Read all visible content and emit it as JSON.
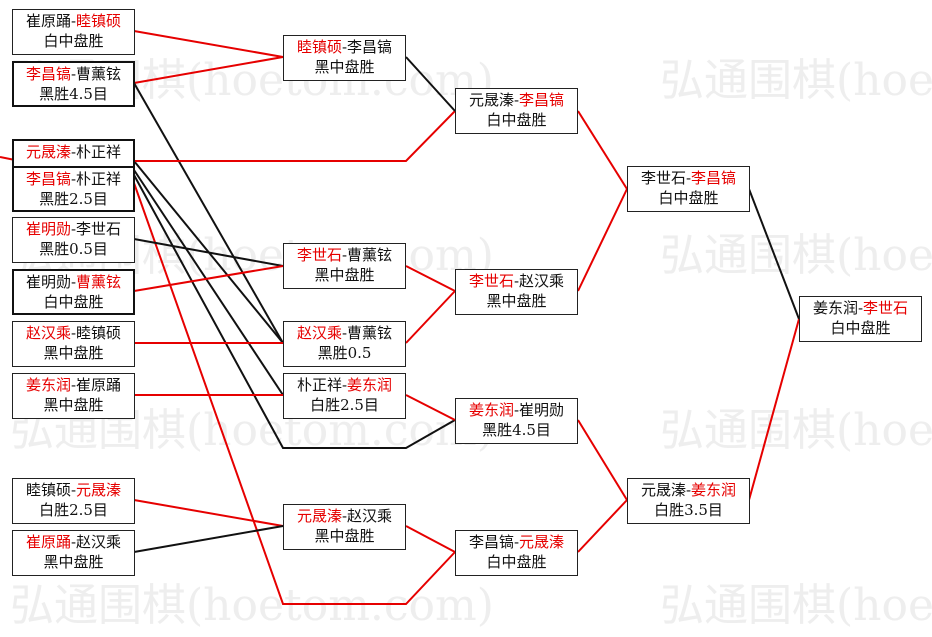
{
  "watermark": "弘通围棋(hoetom.com)",
  "colors": {
    "winner": "#e60000",
    "loser": "#111111",
    "win_line": "#e60000",
    "lose_line": "#111111",
    "border": "#222222"
  },
  "boxes": [
    {
      "id": "r1-1",
      "p1": "崔原踊",
      "p2": "睦镇硕",
      "winner": 2,
      "result": "白中盘胜"
    },
    {
      "id": "r1-2",
      "p1": "李昌镐",
      "p2": "曹薰铉",
      "winner": 1,
      "result": "黑胜4.5目"
    },
    {
      "id": "r1-3",
      "p1": "元晟溱",
      "p2": "朴正祥",
      "winner": 1,
      "result": ""
    },
    {
      "id": "r1-4",
      "p1": "李昌镐",
      "p2": "朴正祥",
      "winner": 1,
      "result": "黑胜2.5目"
    },
    {
      "id": "r1-5",
      "p1": "崔明勋",
      "p2": "李世石",
      "winner": 1,
      "result": "黑胜0.5目"
    },
    {
      "id": "r1-6",
      "p1": "崔明勋",
      "p2": "曹薰铉",
      "winner": 2,
      "result": "白中盘胜"
    },
    {
      "id": "r1-7",
      "p1": "赵汉乘",
      "p2": "睦镇硕",
      "winner": 1,
      "result": "黑中盘胜"
    },
    {
      "id": "r1-8",
      "p1": "姜东润",
      "p2": "崔原踊",
      "winner": 1,
      "result": "黑中盘胜"
    },
    {
      "id": "r1-9",
      "p1": "睦镇硕",
      "p2": "元晟溱",
      "winner": 2,
      "result": "白胜2.5目"
    },
    {
      "id": "r1-10",
      "p1": "崔原踊",
      "p2": "赵汉乘",
      "winner": 1,
      "result": "黑中盘胜"
    },
    {
      "id": "r2-1",
      "p1": "睦镇硕",
      "p2": "李昌镐",
      "winner": 1,
      "result": "黑中盘胜"
    },
    {
      "id": "r2-2",
      "p1": "李世石",
      "p2": "曹薰铉",
      "winner": 1,
      "result": "黑中盘胜"
    },
    {
      "id": "r2-3",
      "p1": "赵汉乘",
      "p2": "曹薰铉",
      "winner": 1,
      "result": "黑胜0.5"
    },
    {
      "id": "r2-4",
      "p1": "朴正祥",
      "p2": "姜东润",
      "winner": 2,
      "result": "白胜2.5目"
    },
    {
      "id": "r2-5",
      "p1": "元晟溱",
      "p2": "赵汉乘",
      "winner": 1,
      "result": "黑中盘胜"
    },
    {
      "id": "r3-1",
      "p1": "元晟溱",
      "p2": "李昌镐",
      "winner": 2,
      "result": "白中盘胜"
    },
    {
      "id": "r3-2",
      "p1": "李世石",
      "p2": "赵汉乘",
      "winner": 1,
      "result": "黑中盘胜"
    },
    {
      "id": "r3-3",
      "p1": "姜东润",
      "p2": "崔明勋",
      "winner": 1,
      "result": "黑胜4.5目"
    },
    {
      "id": "r3-4",
      "p1": "李昌镐",
      "p2": "元晟溱",
      "winner": 2,
      "result": "白中盘胜"
    },
    {
      "id": "r4-1",
      "p1": "李世石",
      "p2": "李昌镐",
      "winner": 2,
      "result": "白中盘胜"
    },
    {
      "id": "r4-2",
      "p1": "元晟溱",
      "p2": "姜东润",
      "winner": 2,
      "result": "白胜3.5目"
    },
    {
      "id": "final",
      "p1": "姜东润",
      "p2": "李世石",
      "winner": 2,
      "result": "白中盘胜"
    }
  ]
}
